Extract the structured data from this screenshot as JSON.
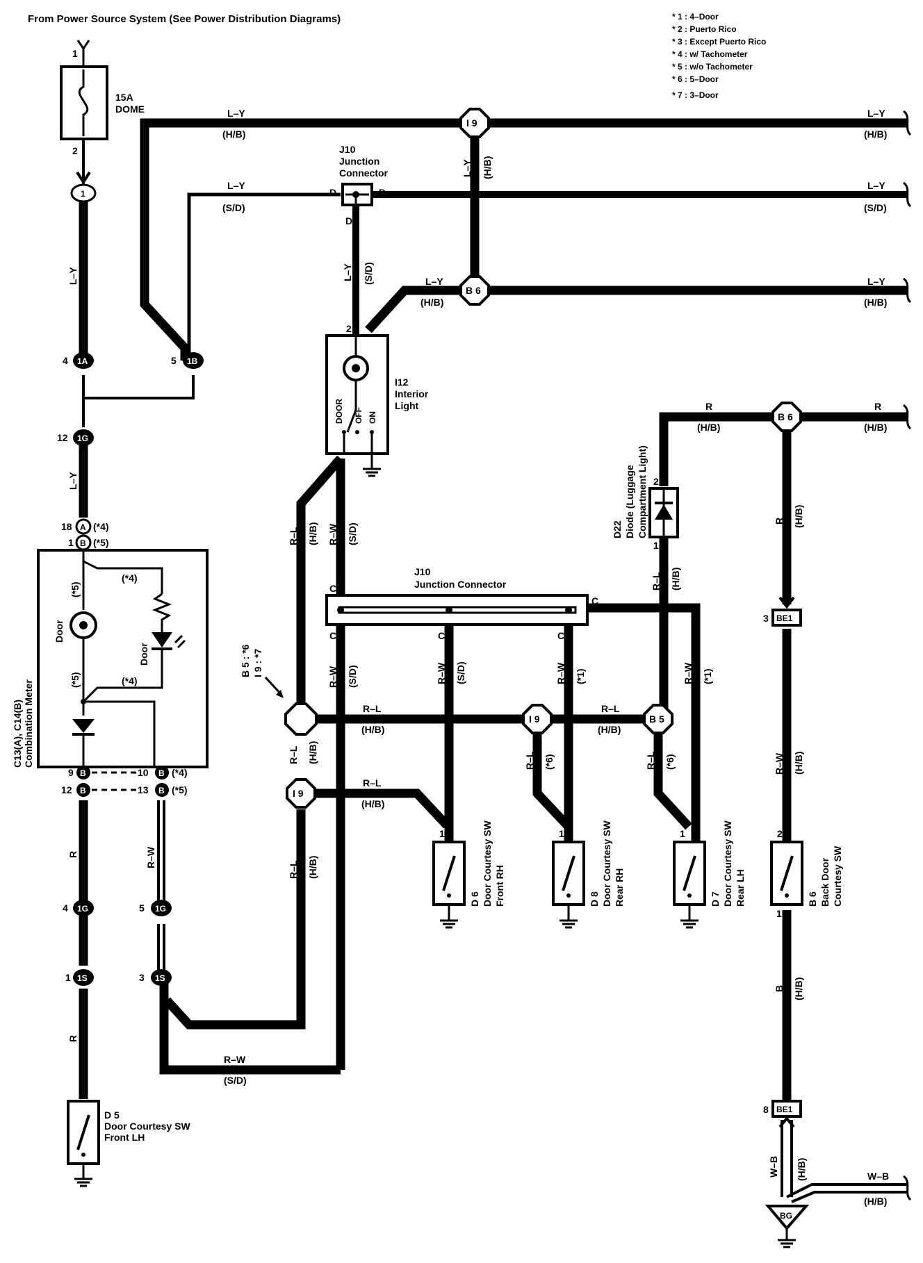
{
  "header": "From Power Source System (See Power Distribution Diagrams)",
  "notes": [
    "* 1 : 4–Door",
    "* 2 : Puerto Rico",
    "* 3 : Except Puerto Rico",
    "* 4 : w/ Tachometer",
    "* 5 : w/o Tachometer",
    "* 6 : 5–Door",
    "* 7 : 3–Door"
  ],
  "fuse": {
    "amps": "15A",
    "name": "DOME",
    "pin_in": "1",
    "pin_out": "2"
  },
  "wires": {
    "ly": "L–Y",
    "rl": "R–L",
    "rw": "R–W",
    "r": "R",
    "b": "B",
    "wb": "W–B",
    "hb": "(H/B)",
    "sd": "(S/D)",
    "s6": "(*6)",
    "s1": "(*1)"
  },
  "connectors": {
    "c1": "1",
    "c1a": "1A",
    "c1b": "1B",
    "c1g": "1G",
    "c1s": "1S",
    "i9": "I 9",
    "b6": "B 6",
    "b5": "B 5",
    "be1": "BE1",
    "bg": "BG",
    "ca": "A",
    "cb": "B",
    "pinD": "D",
    "pinC": "C"
  },
  "pins": {
    "p1": "1",
    "p2": "2",
    "p3": "3",
    "p4": "4",
    "p5": "5",
    "p8": "8",
    "p9": "9",
    "p10": "10",
    "p12": "12",
    "p13": "13",
    "p18": "18",
    "s4": "(*4)",
    "s5": "(*5)"
  },
  "j10_top": {
    "id": "J10",
    "line1": "Junction",
    "line2": "Connector"
  },
  "j10_mid": {
    "id": "J10",
    "name": "Junction Connector"
  },
  "interior_light": {
    "id": "I12",
    "line1": "Interior",
    "line2": "Light",
    "sw_door": "DOOR",
    "sw_off": "OFF",
    "sw_on": "ON"
  },
  "meter": {
    "line1": "C13(A), C14(B)",
    "line2": "Combination Meter",
    "door_lamp": "Door",
    "door_led": "Door"
  },
  "diode": {
    "id": "D22",
    "line1": "Diode (Luggage",
    "line2": "Compartment Light)"
  },
  "splice_note": {
    "line1": "B 5 : *6",
    "line2": "I 9 : *7"
  },
  "switches": {
    "d5": {
      "id": "D 5",
      "line1": "Door Courtesy SW",
      "line2": "Front LH"
    },
    "d6": {
      "id": "D 6",
      "line1": "Door Courtesy SW",
      "line2": "Front RH"
    },
    "d8": {
      "id": "D 8",
      "line1": "Door Courtesy SW",
      "line2": "Rear RH"
    },
    "d7": {
      "id": "D 7",
      "line1": "Door Courtesy SW",
      "line2": "Rear LH"
    },
    "b6": {
      "id": "B 6",
      "line1": "Back Door",
      "line2": "Courtesy SW"
    }
  }
}
